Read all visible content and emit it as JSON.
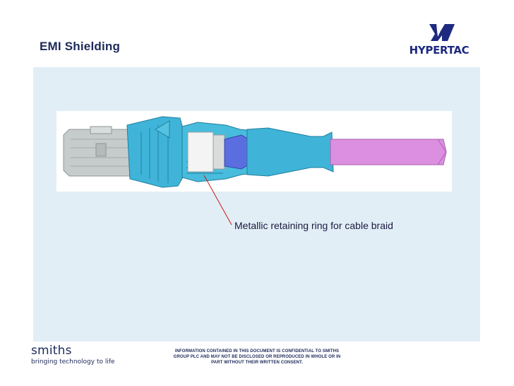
{
  "slide": {
    "title": "EMI Shielding",
    "caption": "Metallic retaining ring for cable braid"
  },
  "logo": {
    "name": "HYPERTAC",
    "icon": "hypertac-logo-icon"
  },
  "footer": {
    "brand": "smiths",
    "tagline": "bringing technology to life",
    "disclaimer": "INFORMATION CONTAINED IN THIS DOCUMENT IS CONFIDENTIAL TO SMITHS GROUP PLC AND MAY NOT BE DISCLOSED OR REPRODUCED IN WHOLE OR IN PART WITHOUT THEIR WRITTEN CONSENT."
  },
  "colors": {
    "title": "#1e2a5a",
    "panel": "#e2eef6",
    "connector_cyan": "#3fb4d8",
    "cable_pink": "#dc8fe0",
    "ring_white": "#f4f4f4",
    "core_blue": "#5a6ee0",
    "plug_grey": "#c8cccc",
    "pointer_red": "#d01818"
  }
}
